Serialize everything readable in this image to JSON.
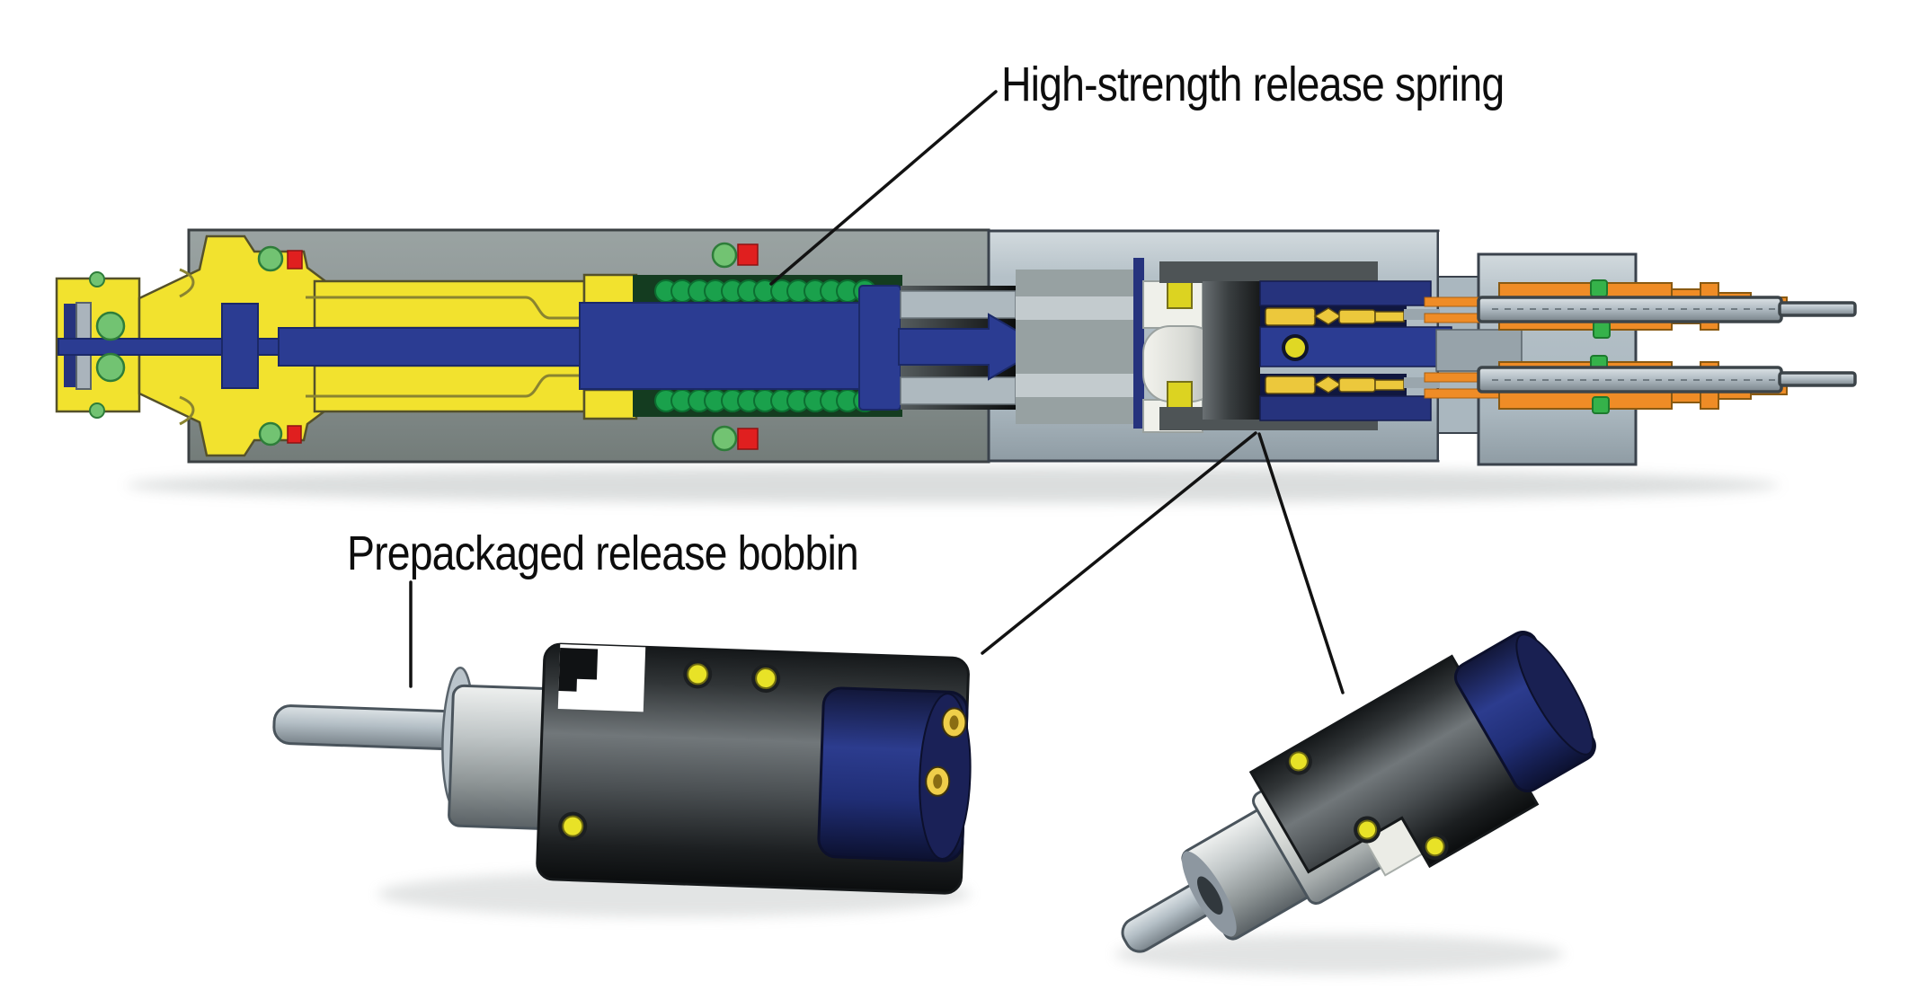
{
  "figure": {
    "type": "technical-cutaway-illustration",
    "subject": "Release mechanism cross-section with prepackaged release bobbin detail renders",
    "labels": {
      "spring": "High-strength release spring",
      "bobbin": "Prepackaged release bobbin"
    },
    "palette": {
      "background": "#ffffff",
      "housing_grey": "#8b9494",
      "shell_light_grey": "#b5c1c8",
      "body_yellow": "#f2e22e",
      "shaft_blue": "#2b3c92",
      "spring_green": "#1aa14c",
      "oring_green": "#72c372",
      "seal_red": "#e01f1f",
      "wire_orange": "#ef8c26",
      "contact_gold": "#ecc83c",
      "connector_navy": "#232e6e",
      "bobbin_dark_grey": "#3a3f41",
      "leader_line": "#121212",
      "label_text": "#0d0d0d"
    }
  }
}
